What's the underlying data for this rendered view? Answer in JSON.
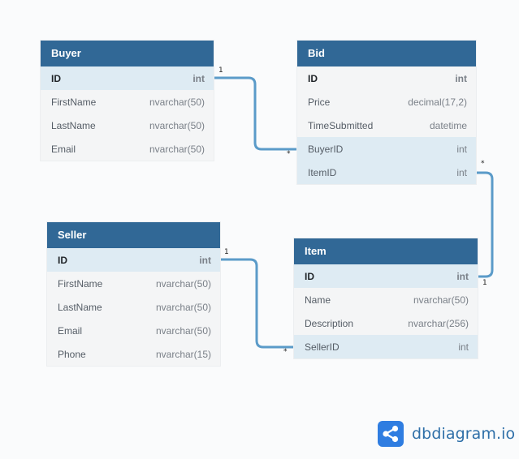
{
  "tables": {
    "buyer": {
      "name": "Buyer",
      "fields": [
        {
          "name": "ID",
          "type": "int"
        },
        {
          "name": "FirstName",
          "type": "nvarchar(50)"
        },
        {
          "name": "LastName",
          "type": "nvarchar(50)"
        },
        {
          "name": "Email",
          "type": "nvarchar(50)"
        }
      ]
    },
    "bid": {
      "name": "Bid",
      "fields": [
        {
          "name": "ID",
          "type": "int"
        },
        {
          "name": "Price",
          "type": "decimal(17,2)"
        },
        {
          "name": "TimeSubmitted",
          "type": "datetime"
        },
        {
          "name": "BuyerID",
          "type": "int"
        },
        {
          "name": "ItemID",
          "type": "int"
        }
      ]
    },
    "seller": {
      "name": "Seller",
      "fields": [
        {
          "name": "ID",
          "type": "int"
        },
        {
          "name": "FirstName",
          "type": "nvarchar(50)"
        },
        {
          "name": "LastName",
          "type": "nvarchar(50)"
        },
        {
          "name": "Email",
          "type": "nvarchar(50)"
        },
        {
          "name": "Phone",
          "type": "nvarchar(15)"
        }
      ]
    },
    "item": {
      "name": "Item",
      "fields": [
        {
          "name": "ID",
          "type": "int"
        },
        {
          "name": "Name",
          "type": "nvarchar(50)"
        },
        {
          "name": "Description",
          "type": "nvarchar(256)"
        },
        {
          "name": "SellerID",
          "type": "int"
        }
      ]
    }
  },
  "relations": {
    "buyer_bid": {
      "one": "1",
      "many": "*"
    },
    "item_bid": {
      "one": "1",
      "many": "*"
    },
    "seller_item": {
      "one": "1",
      "many": "*"
    }
  },
  "colors": {
    "header": "#316896",
    "connector": "#5b9bc9",
    "highlight": "#deebf3"
  },
  "logo": {
    "text": "dbdiagram.io",
    "icon": "share-icon"
  }
}
